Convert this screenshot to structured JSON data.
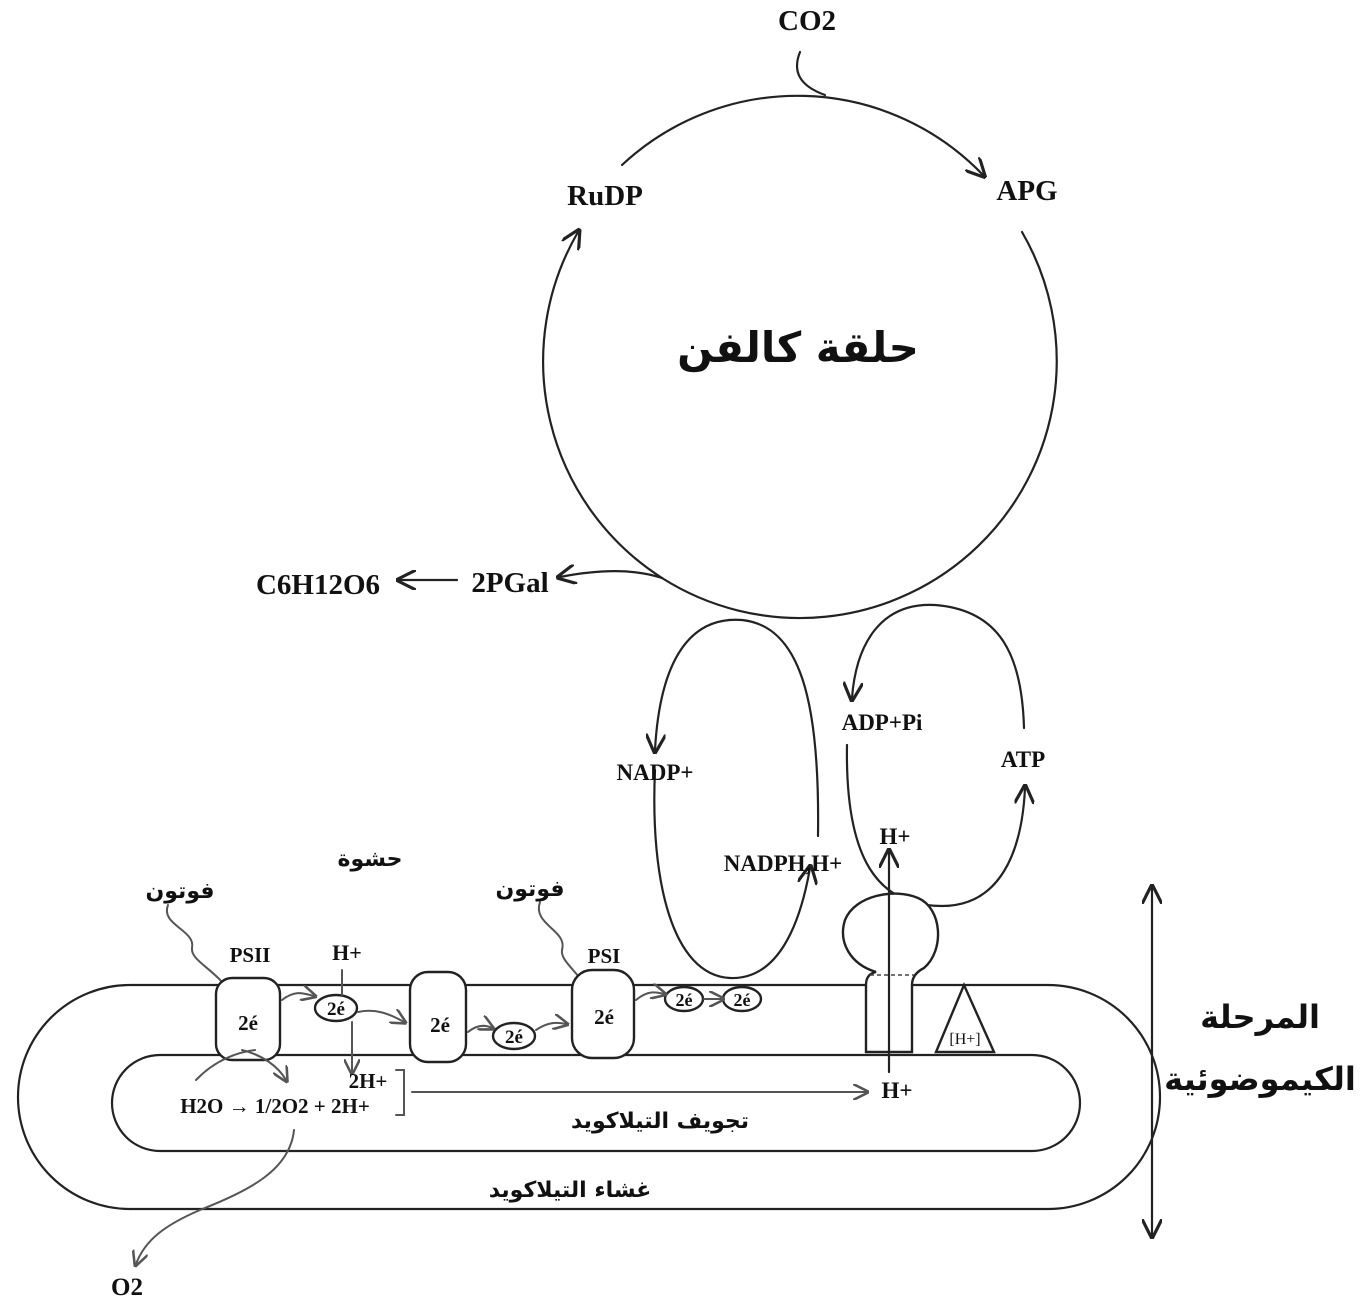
{
  "calvin": {
    "title": "حلقة كالفن",
    "co2": "CO2",
    "rudp": "RuDP",
    "apg": "APG",
    "pgal": "2PGal",
    "glucose": "C6H12O6"
  },
  "cofactors": {
    "nadp": "NADP+",
    "nadph": "NADPH,H+",
    "adp": "ADP+Pi",
    "atp": "ATP"
  },
  "membrane": {
    "stroma_label": "حشوة",
    "photon_label_1": "فوتون",
    "photon_label_2": "فوتون",
    "psii": "PSII",
    "psi": "PSI",
    "electron": "2é",
    "proton_top": "H+",
    "proton_2h": "2H+",
    "water_reaction": "H2O → 1/2O2 + 2H+",
    "proton_lumen": "H+",
    "proton_synthase_top": "H+",
    "proton_gradient": "[H+]",
    "lumen_label": "تجويف التيلاكويد",
    "membrane_label": "غشاء التيلاكويد",
    "oxygen": "O2"
  },
  "phase": {
    "line1": "المرحلة",
    "line2": "الكيموضوئية"
  }
}
